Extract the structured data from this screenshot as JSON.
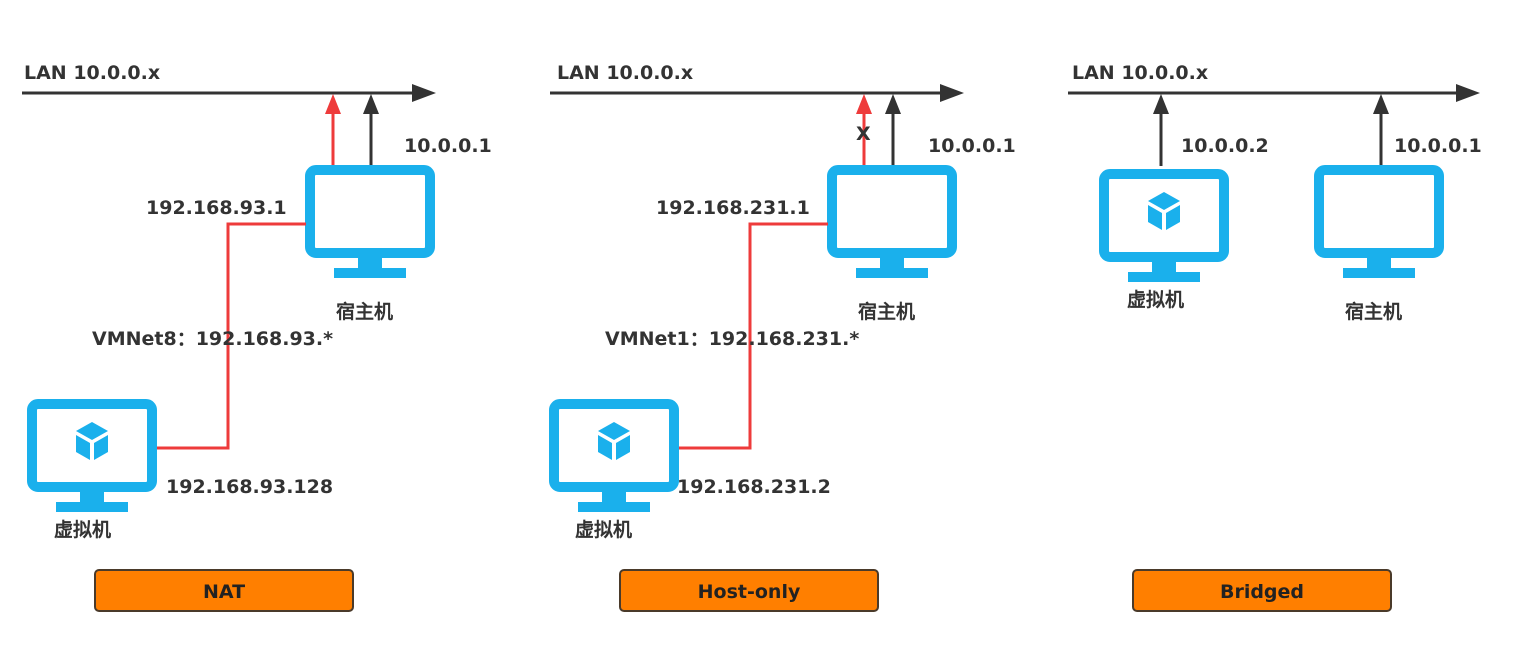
{
  "colors": {
    "line_dark": "#333333",
    "line_red": "#ee3b3b",
    "monitor": "#1ab0ec",
    "cube": "#1ab0ec",
    "mode_fill": "#ff7f00",
    "mode_stroke": "#4a3a2a"
  },
  "icons": [
    "monitor-icon",
    "cube-icon",
    "arrow-up-icon",
    "arrow-right-icon"
  ],
  "panels": {
    "nat": {
      "lan_label": "LAN 10.0.0.x",
      "host_lan_ip": "10.0.0.1",
      "host_vmnet_ip": "192.168.93.1",
      "host_label": "宿主机",
      "vmnet_label": "VMNet8：192.168.93.*",
      "vm_ip": "192.168.93.128",
      "vm_label": "虚拟机",
      "mode": "NAT"
    },
    "hostonly": {
      "lan_label": "LAN 10.0.0.x",
      "host_lan_ip": "10.0.0.1",
      "host_vmnet_ip": "192.168.231.1",
      "host_label": "宿主机",
      "vmnet_label": "VMNet1：192.168.231.*",
      "vm_ip": "192.168.231.2",
      "vm_label": "虚拟机",
      "blocked_mark": "X",
      "mode": "Host-only"
    },
    "bridged": {
      "lan_label": "LAN 10.0.0.x",
      "vm_lan_ip": "10.0.0.2",
      "host_lan_ip": "10.0.0.1",
      "vm_label": "虚拟机",
      "host_label": "宿主机",
      "mode": "Bridged"
    }
  }
}
